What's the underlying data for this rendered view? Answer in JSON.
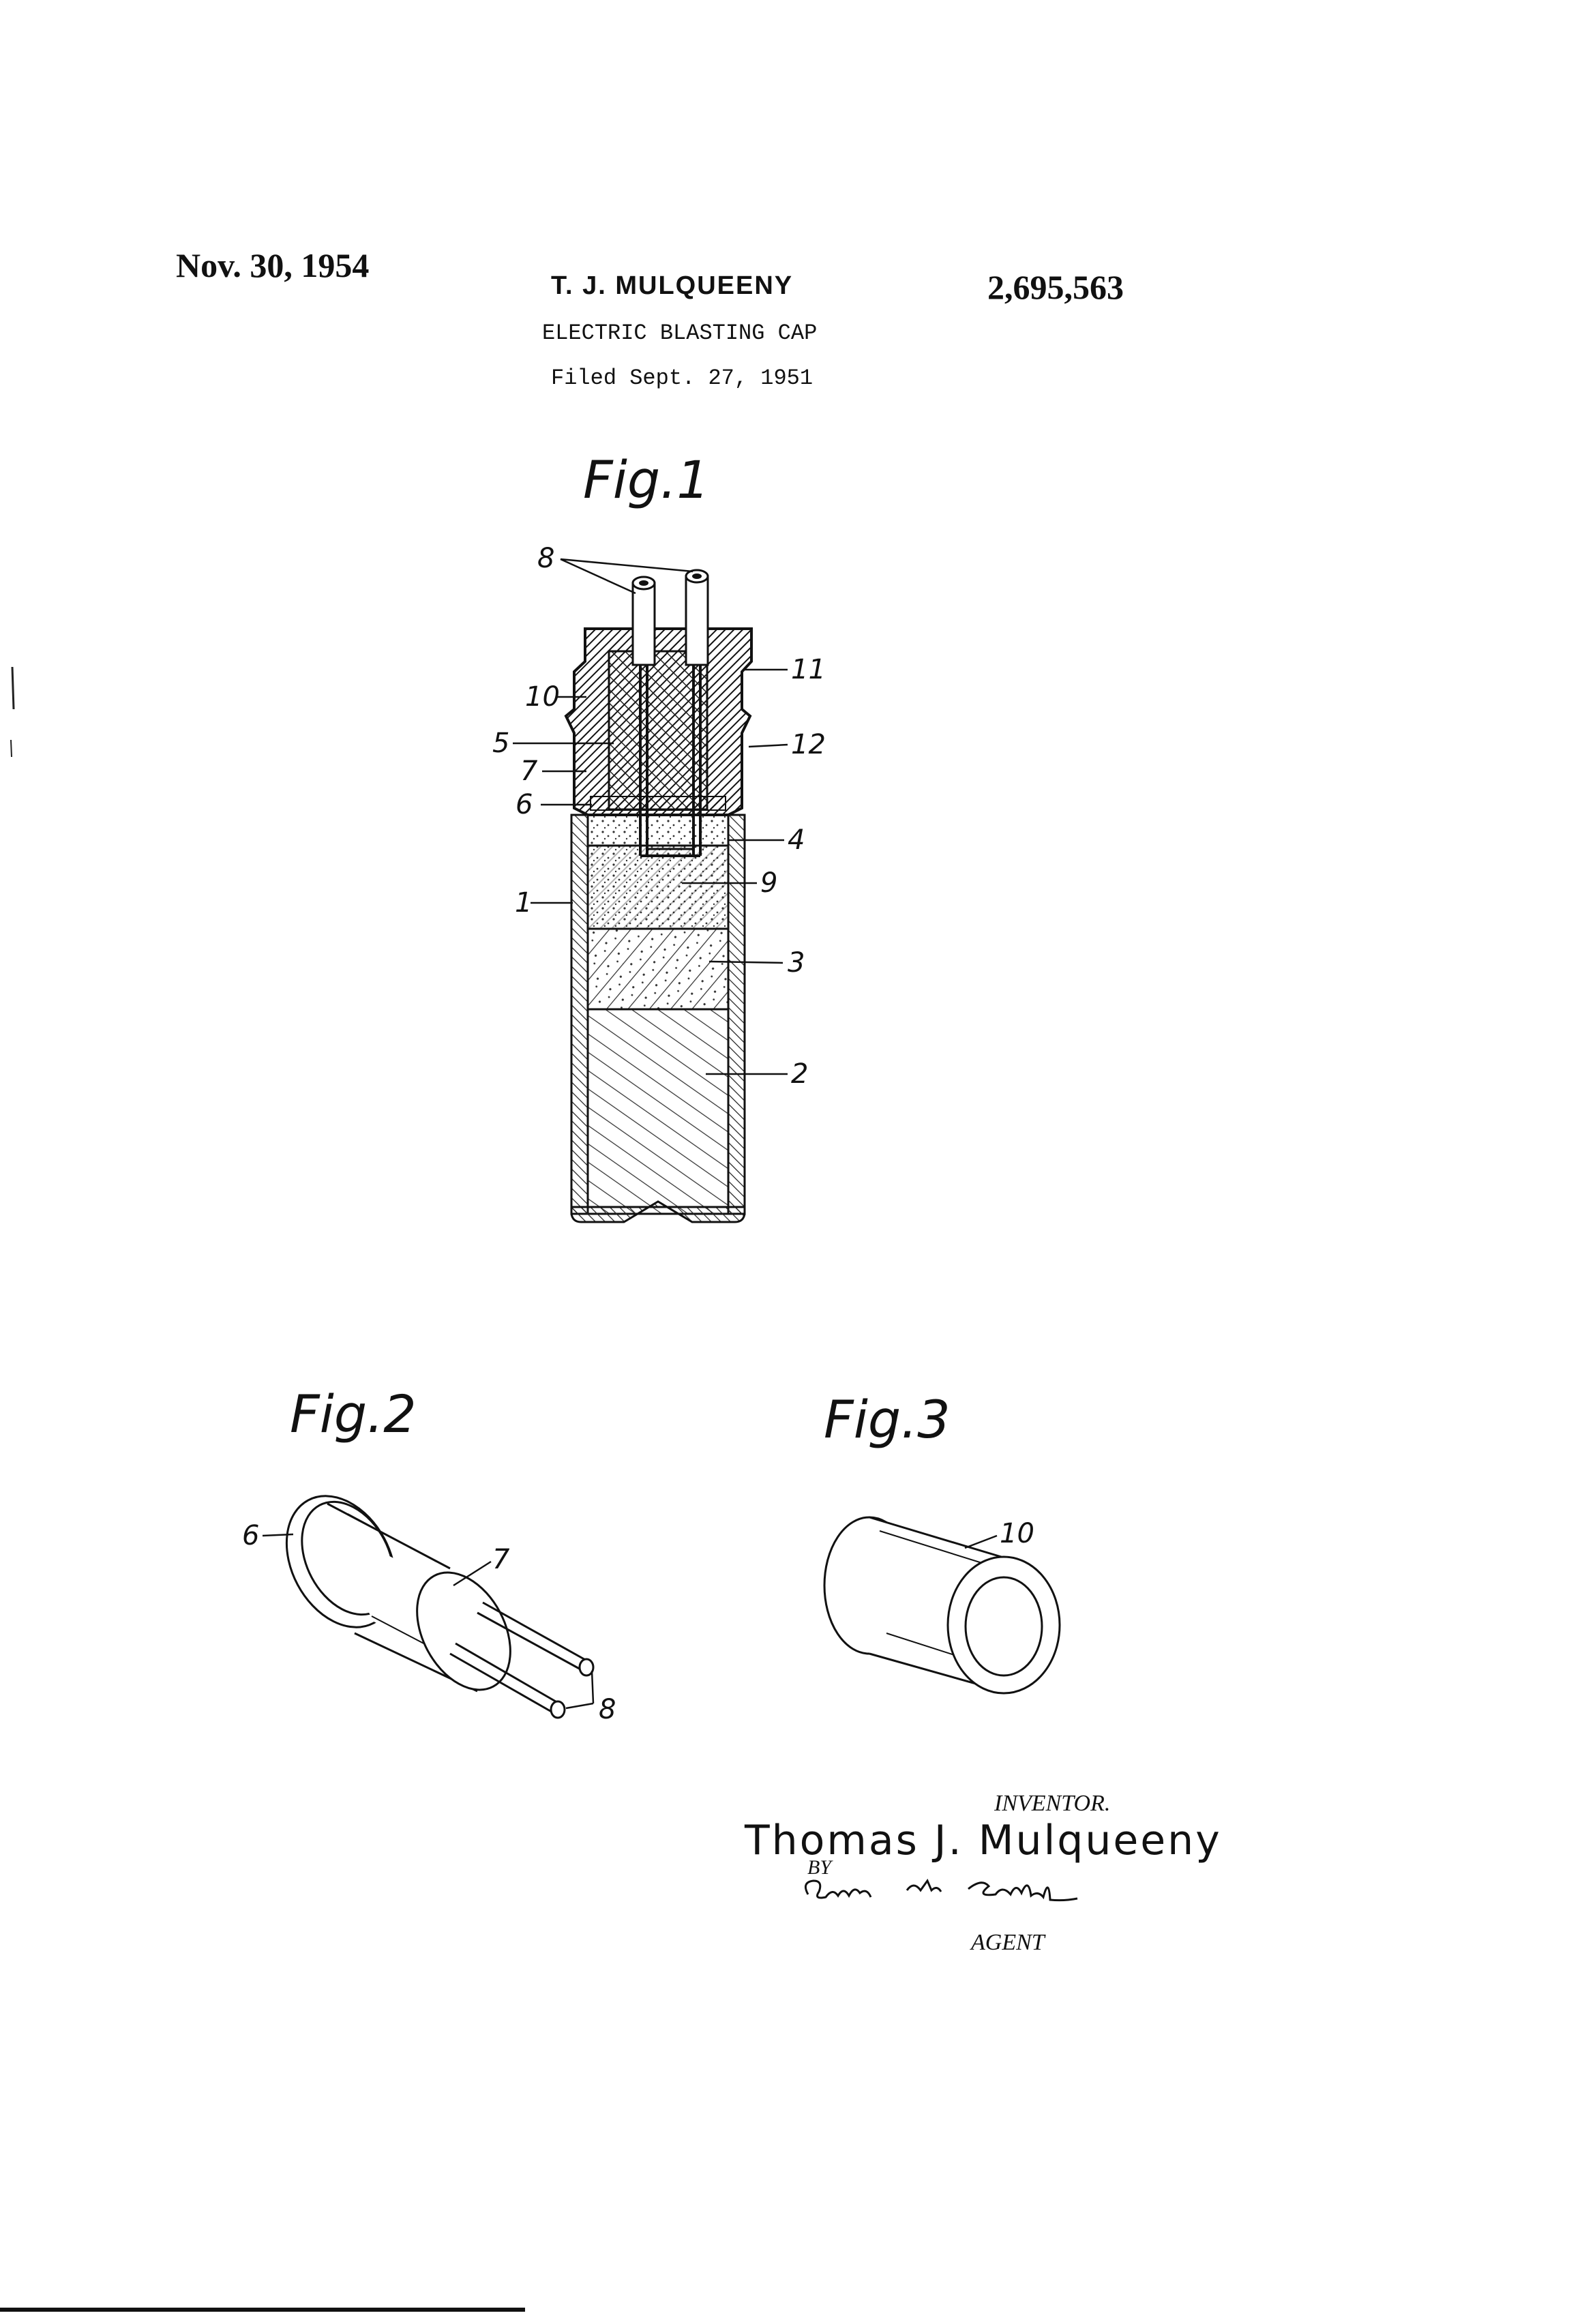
{
  "header": {
    "date": "Nov. 30, 1954",
    "inventor_name": "T. J. MULQUEENY",
    "patent_number": "2,695,563",
    "title": "ELECTRIC BLASTING CAP",
    "filed": "Filed Sept. 27, 1951"
  },
  "figures": {
    "fig1": {
      "label": "Fig.1",
      "refs": [
        "8",
        "10",
        "11",
        "5",
        "12",
        "7",
        "6",
        "4",
        "9",
        "1",
        "3",
        "2"
      ]
    },
    "fig2": {
      "label": "Fig.2",
      "refs": [
        "6",
        "7",
        "8"
      ]
    },
    "fig3": {
      "label": "Fig.3",
      "refs": [
        "10"
      ]
    }
  },
  "signature_block": {
    "inventor_label": "INVENTOR.",
    "inventor_name": "Thomas J. Mulqueeny",
    "by_label": "BY",
    "agent_signature": "Clelle W. Zypchurch",
    "agent_label": "AGENT"
  }
}
